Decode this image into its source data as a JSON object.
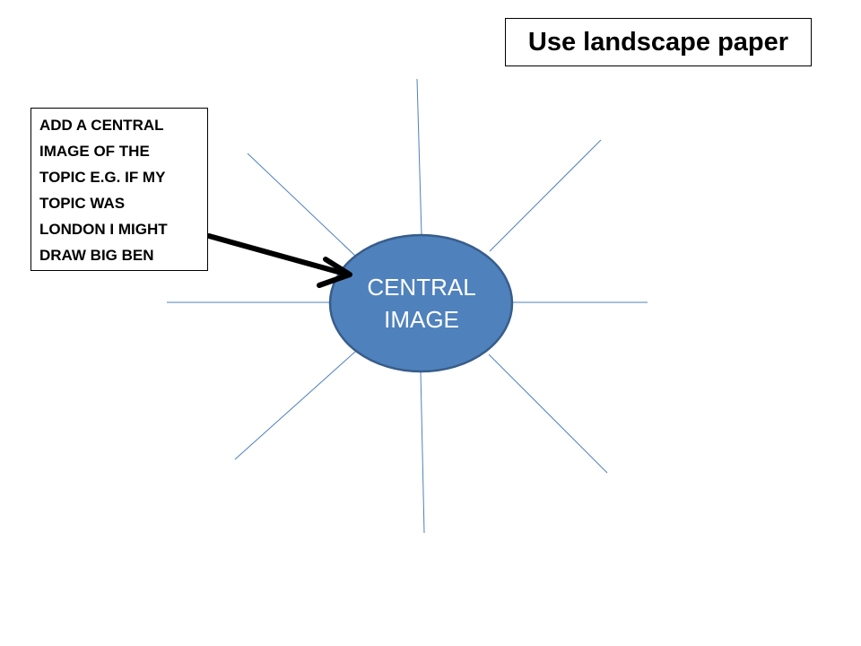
{
  "title": "Use landscape paper",
  "note": {
    "lines": [
      "ADD A CENTRAL",
      "IMAGE OF THE",
      "TOPIC E.G. IF MY",
      "TOPIC WAS",
      "LONDON I MIGHT",
      "DRAW BIG BEN"
    ]
  },
  "central_node": {
    "lines": [
      "CENTRAL",
      "IMAGE"
    ]
  },
  "colors": {
    "node_fill": "#4f81bd",
    "node_stroke": "#385d8a",
    "spoke": "#4f81bd",
    "arrow": "#000000",
    "text": "#000000"
  }
}
